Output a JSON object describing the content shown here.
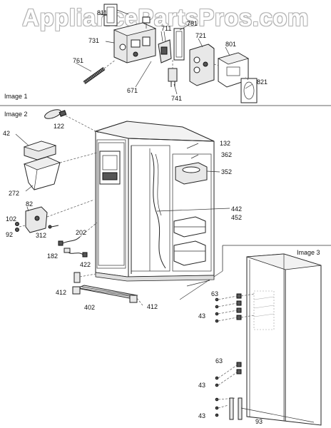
{
  "watermark": "AppliancePartsPros.com",
  "sections": {
    "image1": "Image 1",
    "image2": "Image 2",
    "image3": "Image 3"
  },
  "callouts": {
    "p811": "811",
    "p711": "711",
    "p781": "781",
    "p721": "721",
    "p801": "801",
    "p731": "731",
    "p761": "761",
    "p671": "671",
    "p741": "741",
    "p821": "821",
    "p122": "122",
    "p42": "42",
    "p272": "272",
    "p82": "82",
    "p102": "102",
    "p92": "92",
    "p312": "312",
    "p202": "202",
    "p182": "182",
    "p422": "422",
    "p412a": "412",
    "p412b": "412",
    "p402": "402",
    "p132": "132",
    "p362": "362",
    "p352": "352",
    "p442": "442",
    "p452": "452",
    "p63a": "63",
    "p43a": "43",
    "p63b": "63",
    "p43b": "43",
    "p43c": "43",
    "p93": "93"
  }
}
